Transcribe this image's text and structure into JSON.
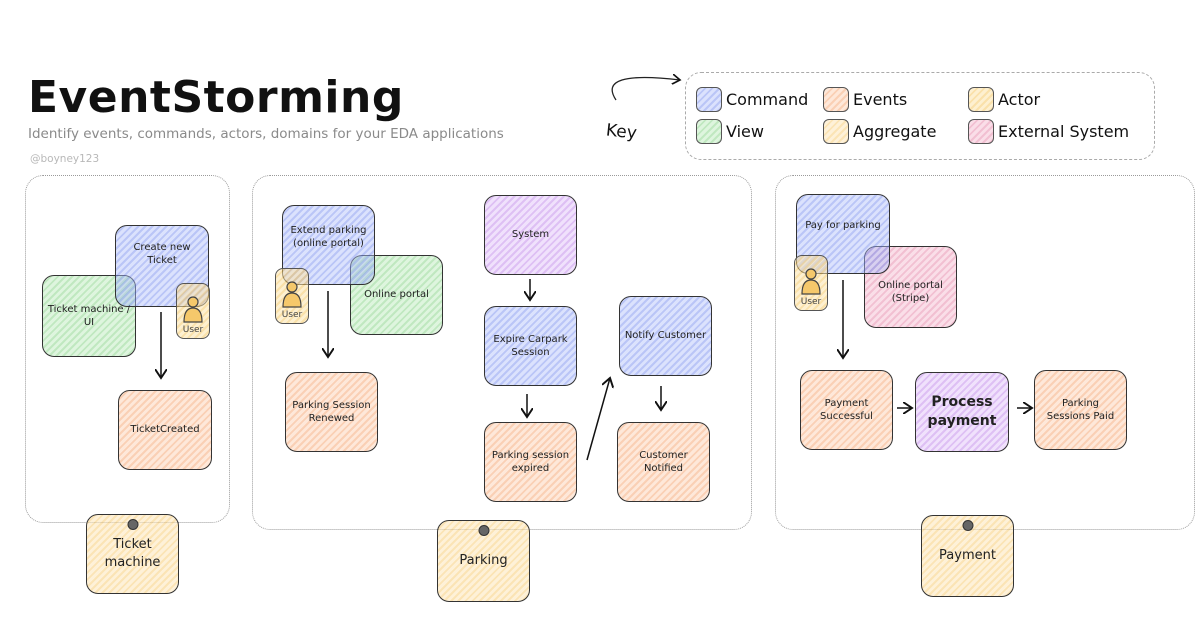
{
  "header": {
    "title": "EventStorming",
    "subtitle": "Identify events, commands, actors, domains for your EDA applications",
    "handle": "@boyney123"
  },
  "legend": {
    "key_label": "Key",
    "items": [
      {
        "label": "Command",
        "color": "#a5b4f5"
      },
      {
        "label": "Events",
        "color": "#f8c4a0"
      },
      {
        "label": "Actor",
        "color": "#f8d98e"
      },
      {
        "label": "View",
        "color": "#b3e2b3"
      },
      {
        "label": "Aggregate",
        "color": "#f9dca0"
      },
      {
        "label": "External System",
        "color": "#efb0c8"
      }
    ]
  },
  "domains": [
    {
      "label": "Ticket machine",
      "stickies": {
        "command": "Create new Ticket",
        "view": "Ticket machine / UI",
        "actor": "User",
        "event": "TicketCreated"
      }
    },
    {
      "label": "Parking",
      "stickies": {
        "command": "Extend parking (online portal)",
        "view": "Online portal",
        "actor": "User",
        "event": "Parking Session Renewed",
        "system": "System",
        "command2": "Expire Carpark Session",
        "event2": "Parking session expired",
        "command3": "Notify Customer",
        "event3": "Customer Notified"
      }
    },
    {
      "label": "Payment",
      "stickies": {
        "command": "Pay for parking",
        "external": "Online portal (Stripe)",
        "actor": "User",
        "event": "Payment Successful",
        "system": "Process payment",
        "event2": "Parking Sessions Paid"
      }
    }
  ]
}
